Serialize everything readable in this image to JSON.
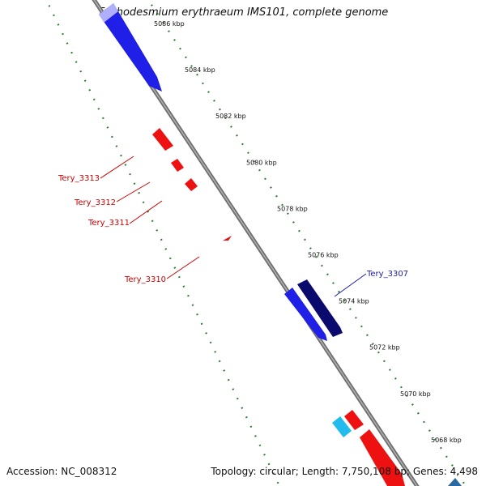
{
  "title": "Trichodesmium erythraeum IMS101, complete genome",
  "footer": {
    "accession": "Accession: NC_008312",
    "summary": "Topology: circular; Length: 7,750,108 bp; Genes: 4,498"
  },
  "ticks": [
    {
      "label": "5086 kbp"
    },
    {
      "label": "5084 kbp"
    },
    {
      "label": "5082 kbp"
    },
    {
      "label": "5080 kbp"
    },
    {
      "label": "5078 kbp"
    },
    {
      "label": "5076 kbp"
    },
    {
      "label": "5074 kbp"
    },
    {
      "label": "5072 kbp"
    },
    {
      "label": "5070 kbp"
    },
    {
      "label": "5068 kbp"
    }
  ],
  "gene_labels": [
    {
      "name": "Tery_3313",
      "color": "#cc0000"
    },
    {
      "name": "Tery_3312",
      "color": "#cc0000"
    },
    {
      "name": "Tery_3311",
      "color": "#cc0000"
    },
    {
      "name": "Tery_3310",
      "color": "#cc0000"
    },
    {
      "name": "Tery_3307",
      "color": "#1a1aaa"
    }
  ],
  "colors": {
    "backbone": "#808080",
    "dotted_track": "#2a7a2a",
    "forward_strand": "#1f1fe8",
    "forward_dark": "#0a0a6e",
    "reverse_strand": "#ee1111",
    "cyan_feature": "#22bbee"
  }
}
